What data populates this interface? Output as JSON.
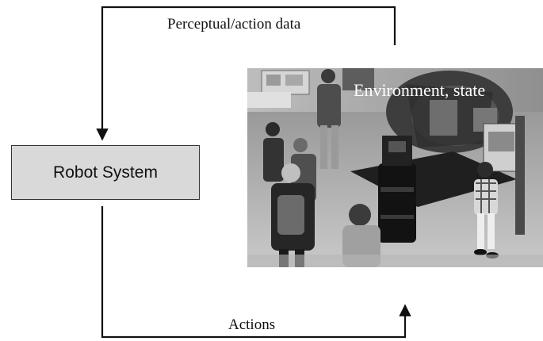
{
  "diagram": {
    "feedback_label": "Perceptual/action data",
    "system_box_label": "Robot System",
    "environment_label": "Environment, state",
    "actions_label": "Actions"
  }
}
